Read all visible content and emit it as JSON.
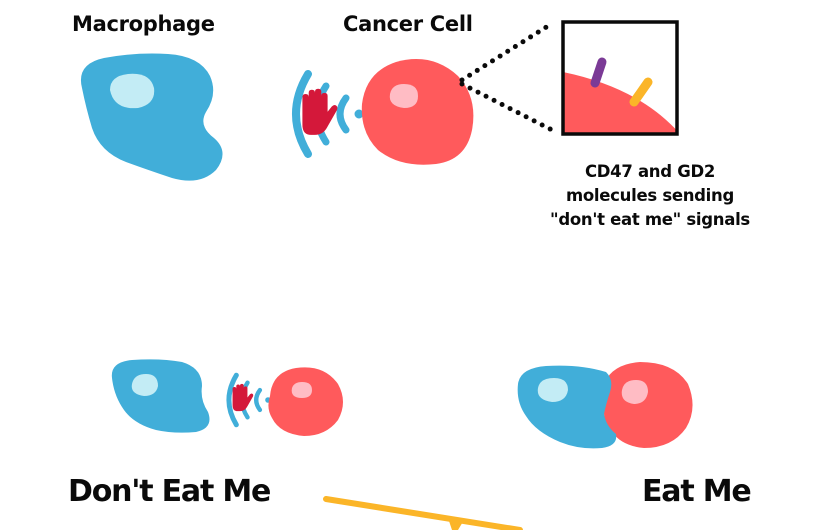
{
  "labels": {
    "macrophage": "Macrophage",
    "cancer_cell": "Cancer Cell",
    "caption_lines": [
      "CD47 and GD2",
      "molecules sending",
      "\"don't eat me\" signals"
    ],
    "dont_eat_me": "Don't Eat Me",
    "eat_me": "Eat Me"
  },
  "colors": {
    "macrophage": "#41aed9",
    "macrophage_nucleus": "#c3ecf5",
    "cancer_cell": "#ff5a5c",
    "cancer_nucleus": "#ffbcc4",
    "stop_hand": "#d4183a",
    "signal_waves": "#41aed9",
    "cd47_molecule": "#7b3a96",
    "gd2_molecule": "#fbb528",
    "balance_beam": "#fbb528",
    "zoom_box_border": "#0a0a0a"
  },
  "icons": {
    "signal": "wifi-signal-icon",
    "hand": "stop-hand-icon"
  }
}
